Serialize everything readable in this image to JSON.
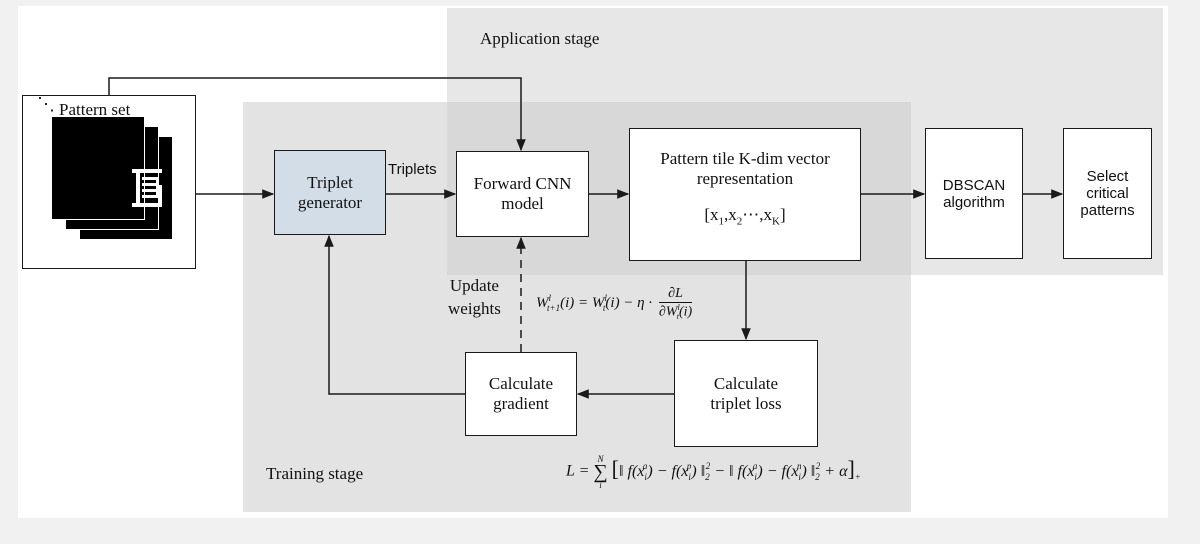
{
  "stages": {
    "application": "Application stage",
    "training": "Training stage"
  },
  "nodes": {
    "pattern_set": "Pattern set",
    "triplet_generator": [
      "Triplet",
      "generator"
    ],
    "forward_cnn": [
      "Forward CNN",
      "model"
    ],
    "vector_rep": [
      "Pattern tile K-dim vector",
      "representation"
    ],
    "vector_formula": "[x₁,x₂⋯,x_K]",
    "dbscan": [
      "DBSCAN",
      "algorithm"
    ],
    "select": [
      "Select",
      "critical",
      "patterns"
    ],
    "calc_gradient": [
      "Calculate",
      "gradient"
    ],
    "calc_loss": [
      "Calculate",
      "triplet loss"
    ]
  },
  "edge_labels": {
    "triplets": "Triplets",
    "update_weights": [
      "Update",
      "weights"
    ]
  },
  "equations": {
    "weight_update": "W_{t+1}^l(i) = W_t^l(i) − η · ∂L / ∂W_t^l(i)",
    "triplet_loss": "L = Σ_i^N [ ‖f(x_i^a) − f(x_i^p)‖₂² − ‖f(x_i^a) − f(x_i^n)‖₂² + α ]₊"
  },
  "colors": {
    "background": "#f1f1f1",
    "application_panel": "#e6e6e6",
    "training_panel": "#e0e0e0",
    "overlap": "#d6d6d6",
    "generator_fill": "#d3dde8",
    "box_fill": "#ffffff",
    "stroke": "#1a1a1a"
  }
}
